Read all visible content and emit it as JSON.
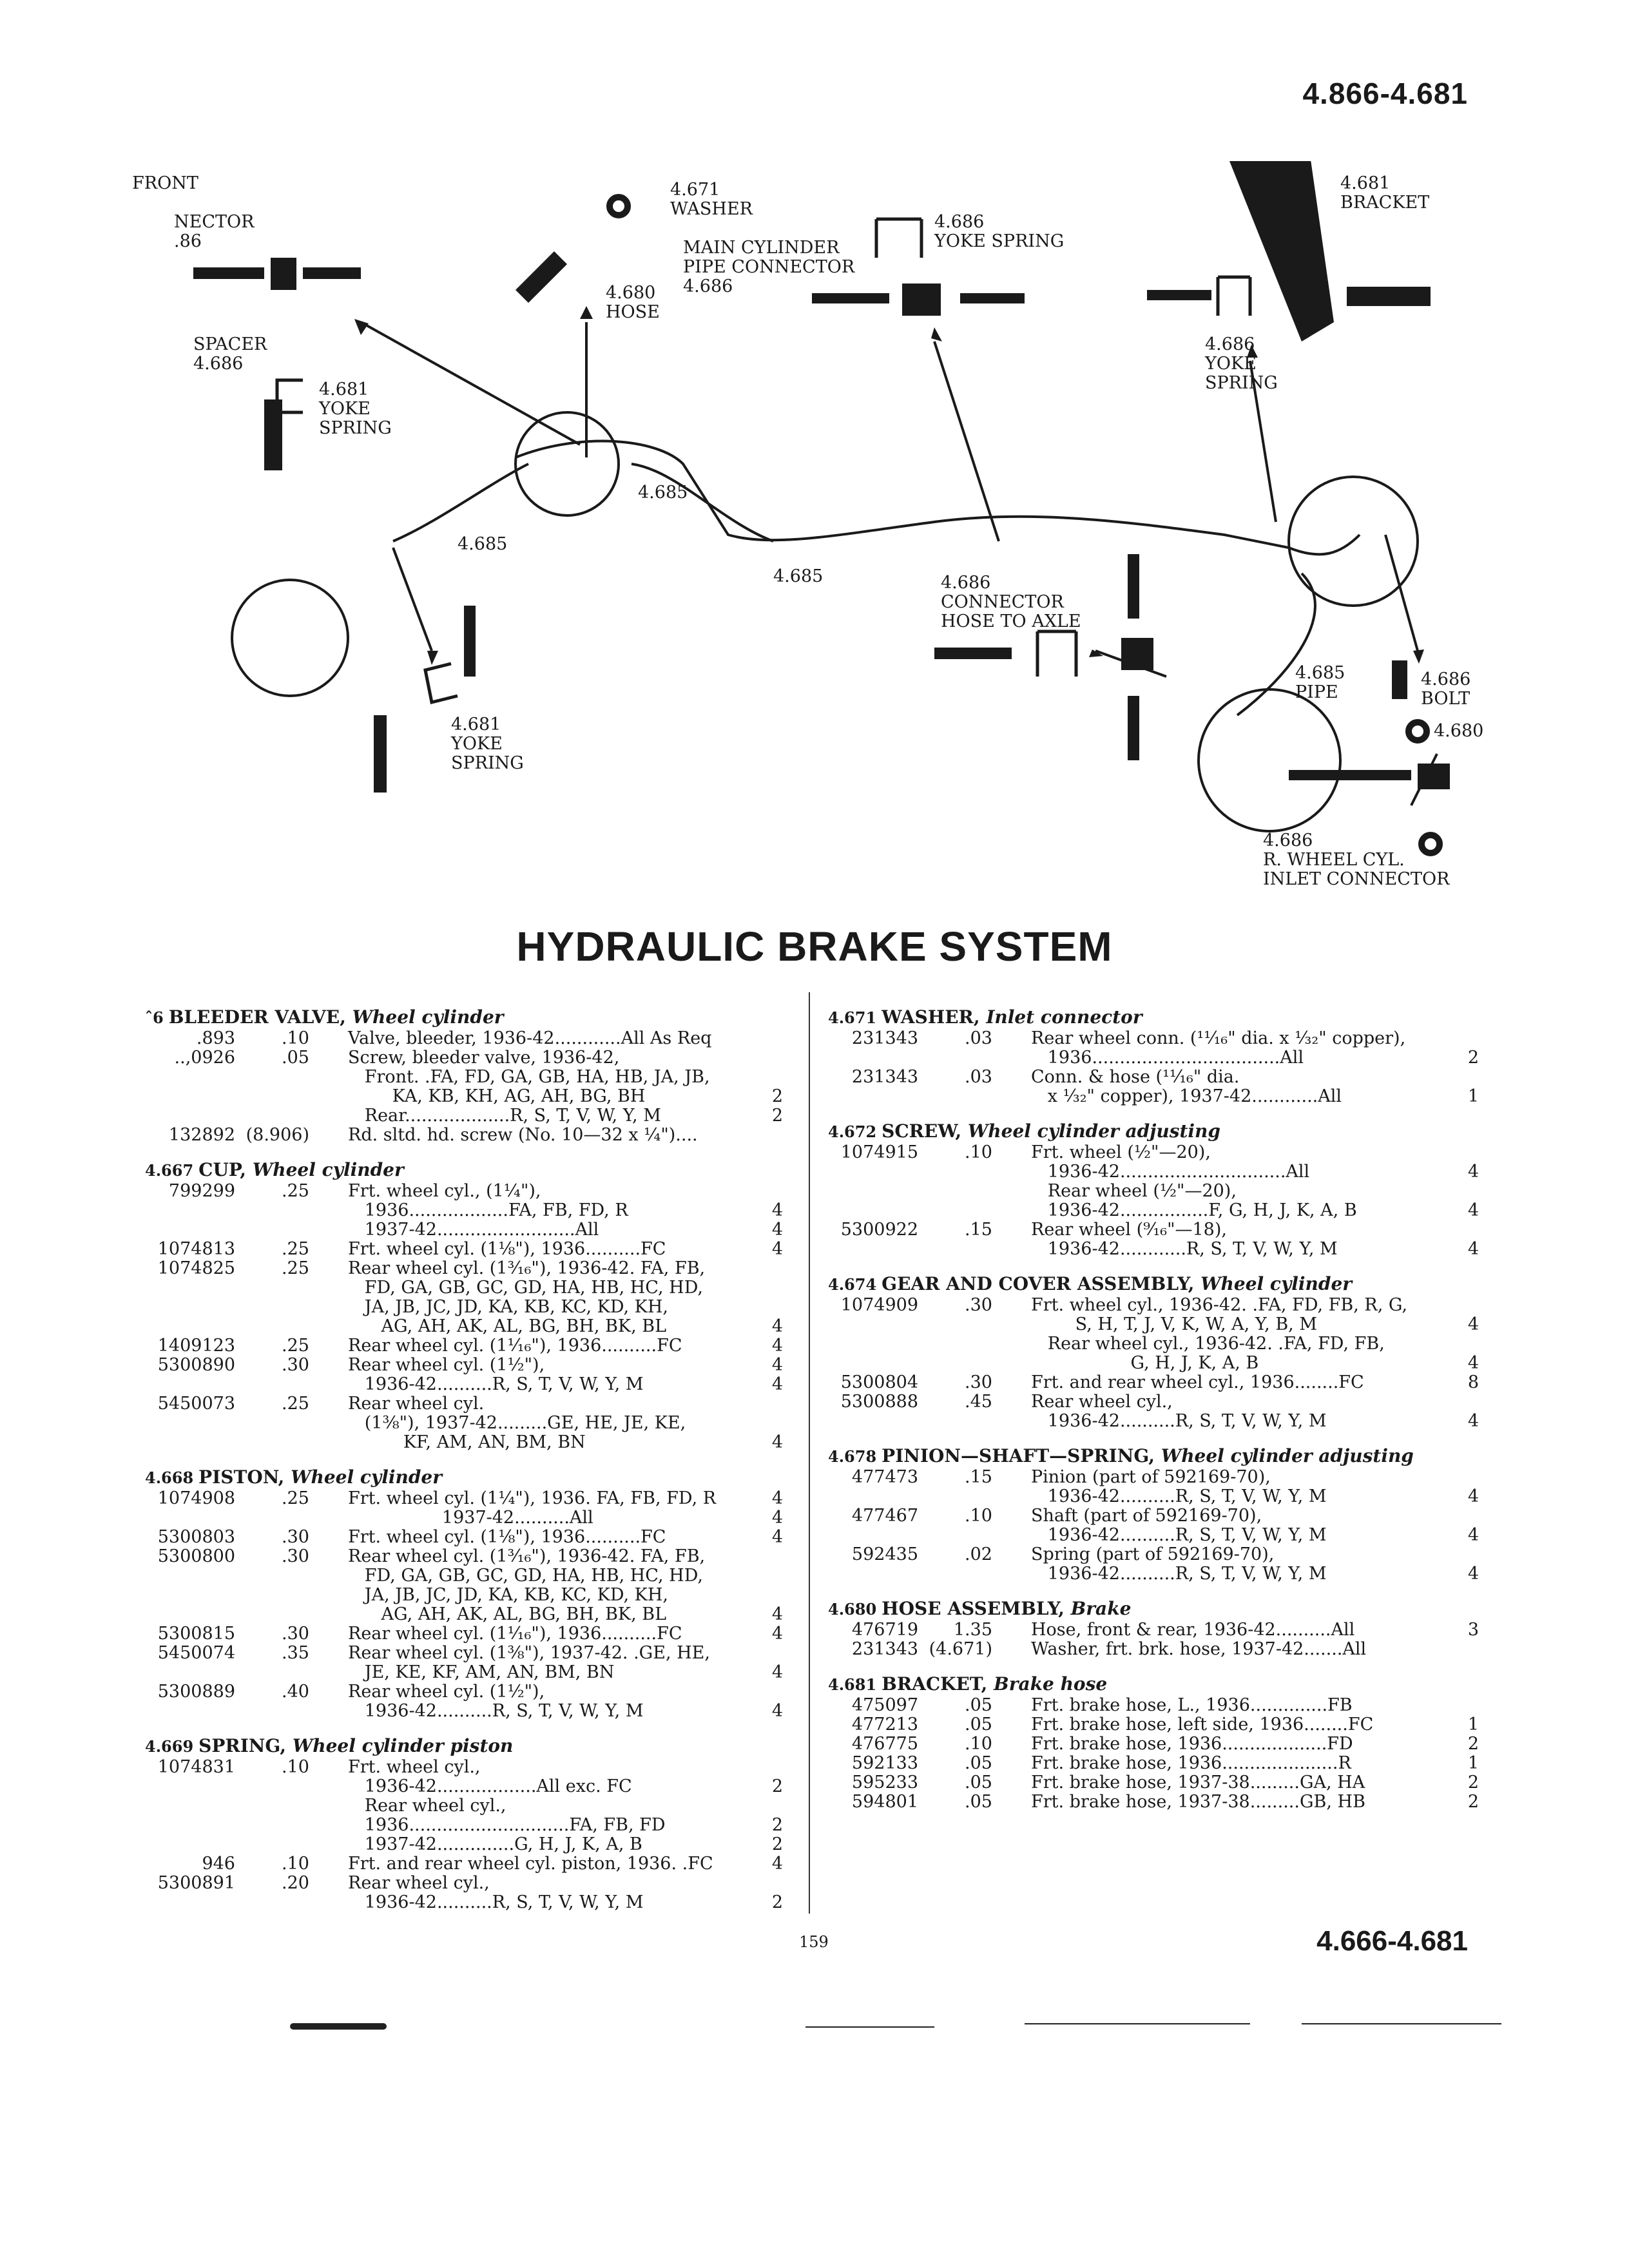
{
  "page": {
    "section_range_top": "4.866-4.681",
    "section_range_bottom": "4.666-4.681",
    "folio": "159",
    "title": "HYDRAULIC BRAKE SYSTEM"
  },
  "diagram": {
    "labels": [
      {
        "id": "front",
        "text": "FRONT"
      },
      {
        "id": "connector-front",
        "text": "NECTOR\n.86"
      },
      {
        "id": "spacer",
        "text": "SPACER\n4.686"
      },
      {
        "id": "yoke-spring-1",
        "text": "4.681\nYOKE\nSPRING"
      },
      {
        "id": "washer",
        "text": "4.671\nWASHER"
      },
      {
        "id": "hose",
        "text": "4.680\nHOSE"
      },
      {
        "id": "main-cyl",
        "text": "MAIN CYLINDER\nPIPE CONNECTOR\n4.686"
      },
      {
        "id": "yoke-spring-top",
        "text": "4.686\nYOKE SPRING"
      },
      {
        "id": "bracket",
        "text": "4.681\nBRACKET"
      },
      {
        "id": "yoke-spring-right",
        "text": "4.686\nYOKE\nSPRING"
      },
      {
        "id": "pipe-1",
        "text": "4.685"
      },
      {
        "id": "pipe-2",
        "text": "4.685"
      },
      {
        "id": "pipe-3",
        "text": "4.685"
      },
      {
        "id": "connector-axle",
        "text": "4.686\nCONNECTOR\nHOSE TO AXLE"
      },
      {
        "id": "yoke-spring-2",
        "text": "4.681\nYOKE\nSPRING"
      },
      {
        "id": "pipe-4",
        "text": "4.685\nPIPE"
      },
      {
        "id": "bolt",
        "text": "4.686\nBOLT"
      },
      {
        "id": "washer-2",
        "text": "4.680"
      },
      {
        "id": "rwheel",
        "text": "4.686\nR. WHEEL CYL.\nINLET CONNECTOR"
      }
    ]
  },
  "left_column": [
    {
      "num": "ˆ6",
      "name": "BLEEDER VALVE,",
      "sub": "Wheel cylinder",
      "rows": [
        {
          "pn": ".893",
          "pr": ".10",
          "de": [
            "Valve, bleeder, 1936-42............All As Req"
          ],
          "qt": ""
        },
        {
          "pn": "..,0926",
          "pr": ".05",
          "de": [
            "Screw, bleeder valve, 1936-42,",
            "   Front. .FA, FD, GA, GB, HA, HB, JA, JB,",
            "        KA, KB, KH, AG, AH, BG, BH",
            "   Rear...................R, S, T, V, W, Y, M"
          ],
          "qt": "2\n2"
        },
        {
          "pn": "132892",
          "pr": "(8.906)",
          "de": [
            "Rd. sltd. hd. screw (No. 10—32 x ¼\")...."
          ],
          "qt": ""
        }
      ]
    },
    {
      "num": "4.667",
      "name": "CUP,",
      "sub": "Wheel cylinder",
      "rows": [
        {
          "pn": "799299",
          "pr": ".25",
          "de": [
            "Frt. wheel cyl., (1¼\"),",
            "   1936..................FA, FB, FD, R",
            "   1937-42.........................All"
          ],
          "qt": "4\n4"
        },
        {
          "pn": "1074813",
          "pr": ".25",
          "de": [
            "Frt. wheel cyl. (1⅛\"), 1936..........FC"
          ],
          "qt": "4"
        },
        {
          "pn": "1074825",
          "pr": ".25",
          "de": [
            "Rear wheel cyl. (1³⁄₁₆\"), 1936-42. FA, FB,",
            "   FD, GA, GB, GC, GD, HA, HB, HC, HD,",
            "   JA, JB, JC, JD, KA, KB, KC, KD, KH,",
            "      AG, AH, AK, AL, BG, BH, BK, BL"
          ],
          "qt": "4"
        },
        {
          "pn": "1409123",
          "pr": ".25",
          "de": [
            "Rear wheel cyl. (1¹⁄₁₆\"), 1936..........FC"
          ],
          "qt": "4"
        },
        {
          "pn": "5300890",
          "pr": ".30",
          "de": [
            "Rear wheel cyl. (1½\"),",
            "   1936-42..........R, S, T, V, W, Y, M"
          ],
          "qt": "4\n4"
        },
        {
          "pn": "5450073",
          "pr": ".25",
          "de": [
            "Rear wheel cyl.",
            "   (1⅜\"), 1937-42.........GE, HE, JE, KE,",
            "          KF, AM, AN, BM, BN"
          ],
          "qt": "4"
        }
      ]
    },
    {
      "num": "4.668",
      "name": "PISTON,",
      "sub": "Wheel cylinder",
      "rows": [
        {
          "pn": "1074908",
          "pr": ".25",
          "de": [
            "Frt. wheel cyl. (1¼\"), 1936. FA, FB, FD, R",
            "                 1937-42..........All"
          ],
          "qt": "4\n4"
        },
        {
          "pn": "5300803",
          "pr": ".30",
          "de": [
            "Frt. wheel cyl. (1⅛\"), 1936..........FC"
          ],
          "qt": "4"
        },
        {
          "pn": "5300800",
          "pr": ".30",
          "de": [
            "Rear wheel cyl. (1³⁄₁₆\"), 1936-42. FA, FB,",
            "   FD, GA, GB, GC, GD, HA, HB, HC, HD,",
            "   JA, JB, JC, JD, KA, KB, KC, KD, KH,",
            "      AG, AH, AK, AL, BG, BH, BK, BL"
          ],
          "qt": "4"
        },
        {
          "pn": "5300815",
          "pr": ".30",
          "de": [
            "Rear wheel cyl. (1¹⁄₁₆\"), 1936..........FC"
          ],
          "qt": "4"
        },
        {
          "pn": "5450074",
          "pr": ".35",
          "de": [
            "Rear wheel cyl. (1⅜\"), 1937-42. .GE, HE,",
            "   JE, KE, KF, AM, AN, BM, BN"
          ],
          "qt": "4"
        },
        {
          "pn": "5300889",
          "pr": ".40",
          "de": [
            "Rear wheel cyl. (1½\"),",
            "   1936-42..........R, S, T, V, W, Y, M"
          ],
          "qt": "4"
        }
      ]
    },
    {
      "num": "4.669",
      "name": "SPRING,",
      "sub": "Wheel cylinder piston",
      "rows": [
        {
          "pn": "1074831",
          "pr": ".10",
          "de": [
            "Frt. wheel cyl.,",
            "   1936-42..................All exc. FC",
            "   Rear wheel cyl.,",
            "   1936.............................FA, FB, FD",
            "   1937-42..............G, H, J, K, A, B"
          ],
          "qt": "2\n\n2\n2"
        },
        {
          "pn": "946",
          "pr": ".10",
          "de": [
            "Frt. and rear wheel cyl. piston, 1936. .FC"
          ],
          "qt": "4"
        },
        {
          "pn": "5300891",
          "pr": ".20",
          "de": [
            "Rear wheel cyl.,",
            "   1936-42..........R, S, T, V, W, Y, M"
          ],
          "qt": "2"
        }
      ]
    }
  ],
  "right_column": [
    {
      "num": "4.671",
      "name": "WASHER,",
      "sub": "Inlet connector",
      "rows": [
        {
          "pn": "231343",
          "pr": ".03",
          "de": [
            "Rear wheel conn. (¹¹⁄₁₆\" dia. x ¹⁄₃₂\" copper),",
            "   1936..................................All"
          ],
          "qt": "2"
        },
        {
          "pn": "231343",
          "pr": ".03",
          "de": [
            "Conn. & hose (¹¹⁄₁₆\" dia.",
            "   x ¹⁄₃₂\" copper), 1937-42............All"
          ],
          "qt": "1"
        }
      ]
    },
    {
      "num": "4.672",
      "name": "SCREW,",
      "sub": "Wheel cylinder adjusting",
      "rows": [
        {
          "pn": "1074915",
          "pr": ".10",
          "de": [
            "Frt. wheel (½\"—20),",
            "   1936-42..............................All",
            "   Rear wheel (½\"—20),",
            "   1936-42................F, G, H, J, K, A, B"
          ],
          "qt": "4\n\n4"
        },
        {
          "pn": "5300922",
          "pr": ".15",
          "de": [
            "Rear wheel (⁹⁄₁₆\"—18),",
            "   1936-42............R, S, T, V, W, Y, M"
          ],
          "qt": "4"
        }
      ]
    },
    {
      "num": "4.674",
      "name": "GEAR AND COVER ASSEMBLY,",
      "sub": "Wheel cylinder",
      "rows": [
        {
          "pn": "1074909",
          "pr": ".30",
          "de": [
            "Frt. wheel cyl., 1936-42. .FA, FD, FB, R, G,",
            "        S, H, T, J, V, K, W, A, Y, B, M",
            "   Rear wheel cyl., 1936-42. .FA, FD, FB,",
            "                  G, H, J, K, A, B"
          ],
          "qt": "4\n\n4"
        },
        {
          "pn": "5300804",
          "pr": ".30",
          "de": [
            "Frt. and rear wheel cyl., 1936........FC"
          ],
          "qt": "8"
        },
        {
          "pn": "5300888",
          "pr": ".45",
          "de": [
            "Rear wheel cyl.,",
            "   1936-42..........R, S, T, V, W, Y, M"
          ],
          "qt": "4"
        }
      ]
    },
    {
      "num": "4.678",
      "name": "PINION—SHAFT—SPRING,",
      "sub": "Wheel cylinder adjusting",
      "rows": [
        {
          "pn": "477473",
          "pr": ".15",
          "de": [
            "Pinion (part of 592169-70),",
            "   1936-42..........R, S, T, V, W, Y, M"
          ],
          "qt": "4"
        },
        {
          "pn": "477467",
          "pr": ".10",
          "de": [
            "Shaft (part of 592169-70),",
            "   1936-42..........R, S, T, V, W, Y, M"
          ],
          "qt": "4"
        },
        {
          "pn": "592435",
          "pr": ".02",
          "de": [
            "Spring (part of 592169-70),",
            "   1936-42..........R, S, T, V, W, Y, M"
          ],
          "qt": "4"
        }
      ]
    },
    {
      "num": "4.680",
      "name": "HOSE ASSEMBLY,",
      "sub": "Brake",
      "rows": [
        {
          "pn": "476719",
          "pr": "1.35",
          "de": [
            "Hose, front & rear, 1936-42..........All"
          ],
          "qt": "3"
        },
        {
          "pn": "231343",
          "pr": "(4.671)",
          "de": [
            "Washer, frt. brk. hose, 1937-42.......All"
          ],
          "qt": ""
        }
      ]
    },
    {
      "num": "4.681",
      "name": "BRACKET,",
      "sub": "Brake hose",
      "rows": [
        {
          "pn": "475097",
          "pr": ".05",
          "de": [
            "Frt. brake hose, L., 1936..............FB"
          ],
          "qt": ""
        },
        {
          "pn": "477213",
          "pr": ".05",
          "de": [
            "Frt. brake hose, left side, 1936........FC"
          ],
          "qt": "1"
        },
        {
          "pn": "476775",
          "pr": ".10",
          "de": [
            "Frt. brake hose, 1936...................FD"
          ],
          "qt": "2"
        },
        {
          "pn": "592133",
          "pr": ".05",
          "de": [
            "Frt. brake hose, 1936.....................R"
          ],
          "qt": "1"
        },
        {
          "pn": "595233",
          "pr": ".05",
          "de": [
            "Frt. brake hose, 1937-38.........GA, HA"
          ],
          "qt": "2"
        },
        {
          "pn": "594801",
          "pr": ".05",
          "de": [
            "Frt. brake hose, 1937-38.........GB, HB"
          ],
          "qt": "2"
        }
      ]
    }
  ]
}
